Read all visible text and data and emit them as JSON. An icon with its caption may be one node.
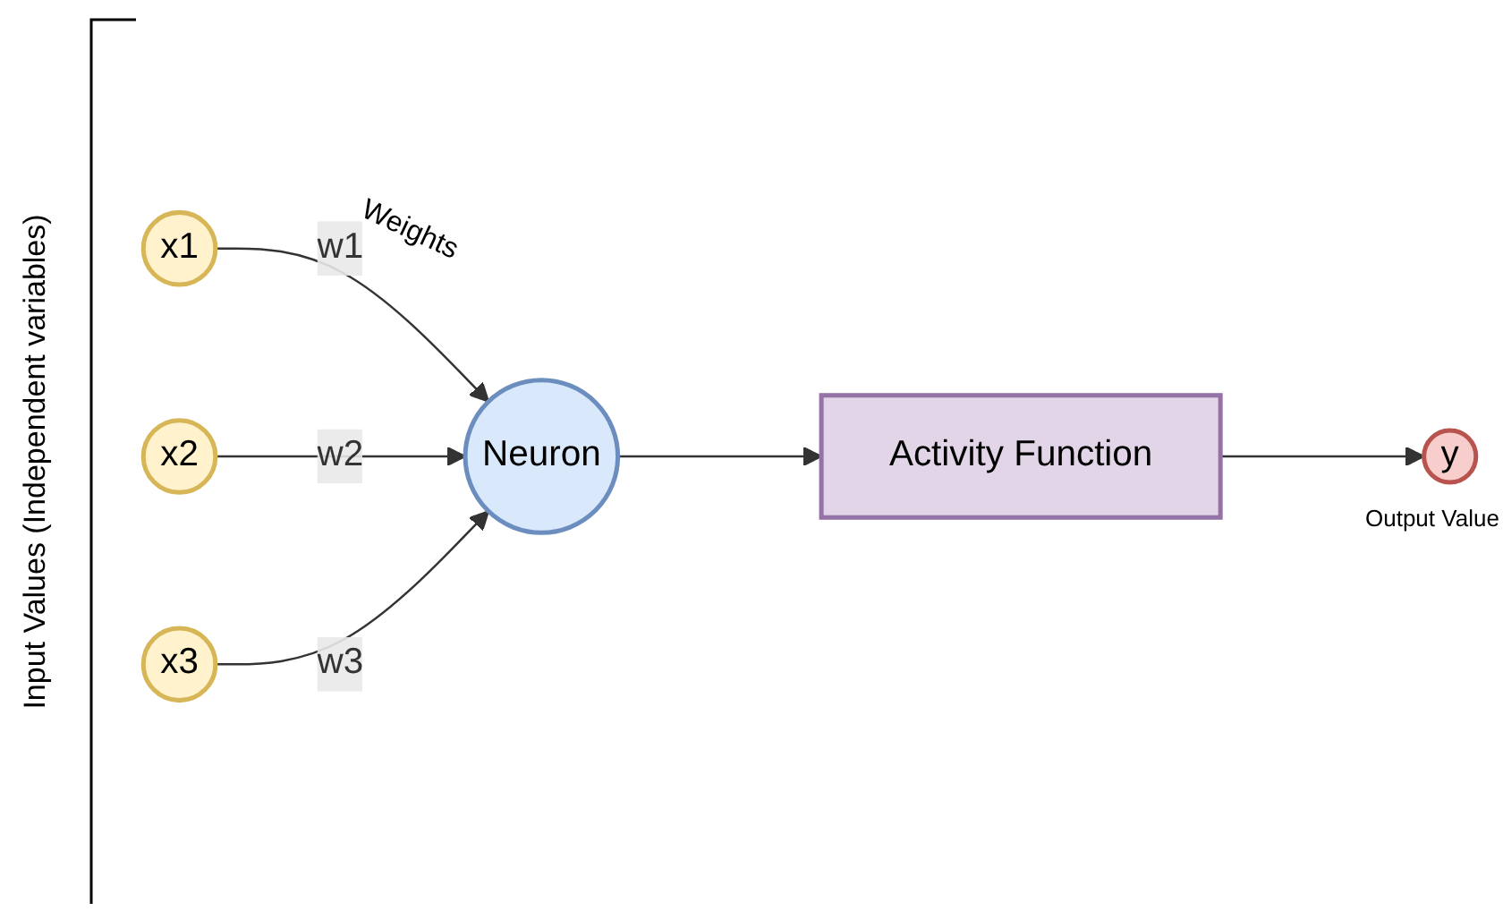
{
  "diagram": {
    "nodes": [
      {
        "text": [
          "x1"
        ]
      },
      {
        "text": [
          "x2"
        ]
      },
      {
        "text": [
          "x3"
        ]
      },
      {
        "text": [
          "Neuron"
        ]
      },
      {
        "text": [
          "Activity Function"
        ]
      },
      {
        "text": [
          "y"
        ],
        "beside": [
          "Output Value"
        ]
      }
    ],
    "edges": [
      {
        "from": 0,
        "to": 3,
        "arrow": "to",
        "label": "w1"
      },
      {
        "from": 1,
        "to": 3,
        "arrow": "to",
        "label": "w2"
      },
      {
        "from": 2,
        "to": 3,
        "arrow": "to",
        "label": "w3"
      },
      {
        "from": 3,
        "to": 4,
        "arrow": "to"
      },
      {
        "from": 4,
        "to": 5,
        "arrow": "to"
      }
    ],
    "labels": [
      "Input Values (Independent variables)",
      "Weights"
    ]
  }
}
